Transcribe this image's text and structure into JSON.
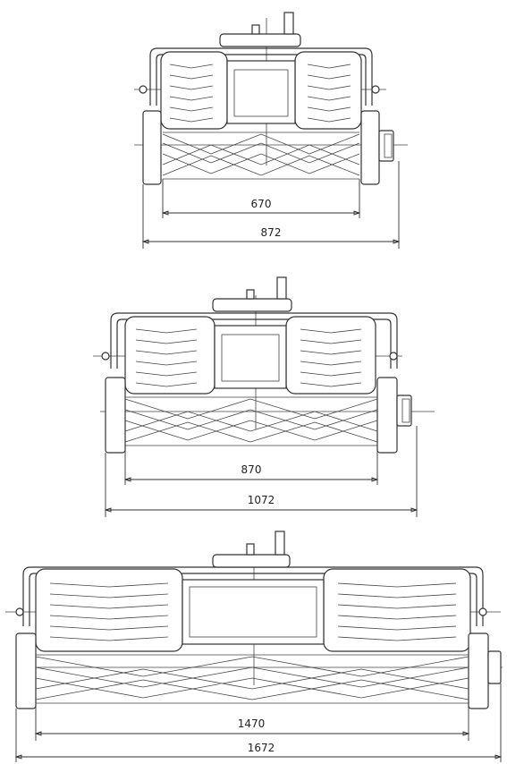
{
  "drawings": [
    {
      "inner_dimension": "670",
      "outer_dimension": "872"
    },
    {
      "inner_dimension": "870",
      "outer_dimension": "1072"
    },
    {
      "inner_dimension": "1470",
      "outer_dimension": "1672"
    }
  ]
}
